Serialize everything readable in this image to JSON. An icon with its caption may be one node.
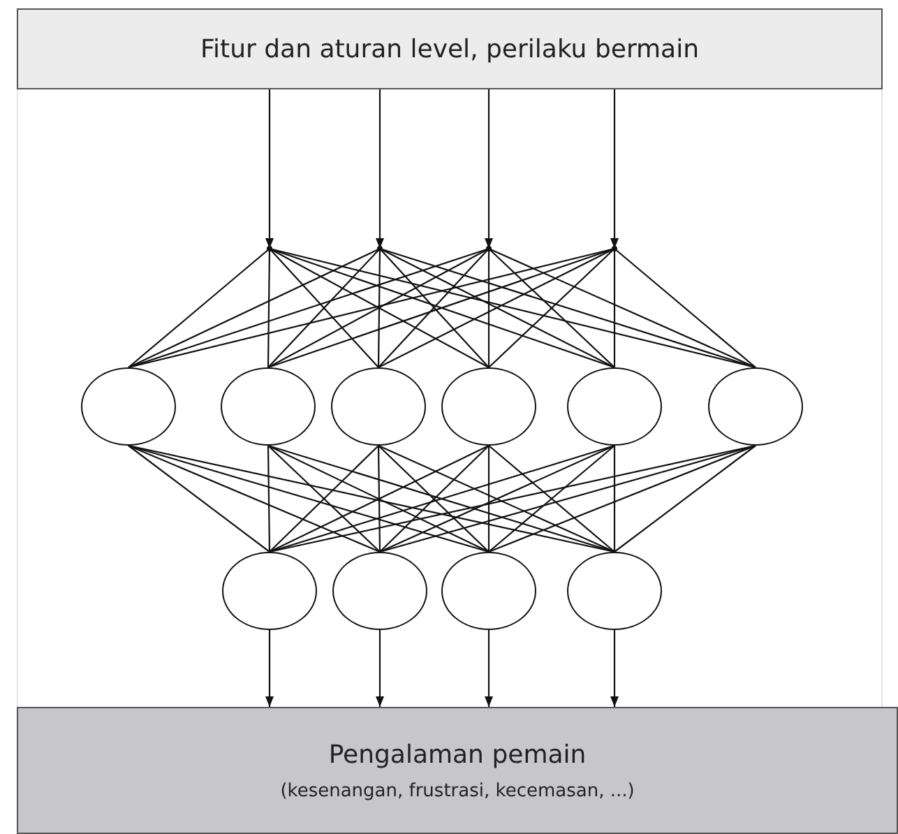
{
  "diagram": {
    "nodes": [
      {
        "text": [
          "Fitur dan aturan level, perilaku bermain"
        ]
      },
      {
        "text": [],
        "shape": "point"
      },
      {
        "text": [],
        "shape": "point"
      },
      {
        "text": [],
        "shape": "point"
      },
      {
        "text": [],
        "shape": "point"
      },
      {
        "text": [],
        "shape": "circle"
      },
      {
        "text": [],
        "shape": "circle"
      },
      {
        "text": [],
        "shape": "circle"
      },
      {
        "text": [],
        "shape": "circle"
      },
      {
        "text": [],
        "shape": "circle"
      },
      {
        "text": [],
        "shape": "circle"
      },
      {
        "text": [],
        "shape": "circle"
      },
      {
        "text": [],
        "shape": "circle"
      },
      {
        "text": [],
        "shape": "circle"
      },
      {
        "text": [],
        "shape": "circle"
      },
      {
        "text": [
          "Pengalaman pemain",
          "(kesenangan, frustrasi, kecemasan, ...)"
        ]
      }
    ],
    "edges": [
      {
        "from": 0,
        "to": 1,
        "arrow": "to"
      },
      {
        "from": 0,
        "to": 2,
        "arrow": "to"
      },
      {
        "from": 0,
        "to": 3,
        "arrow": "to"
      },
      {
        "from": 0,
        "to": 4,
        "arrow": "to"
      },
      {
        "from": 1,
        "to": 5,
        "arrow": "none"
      },
      {
        "from": 1,
        "to": 6,
        "arrow": "none"
      },
      {
        "from": 1,
        "to": 7,
        "arrow": "none"
      },
      {
        "from": 1,
        "to": 8,
        "arrow": "none"
      },
      {
        "from": 1,
        "to": 9,
        "arrow": "none"
      },
      {
        "from": 1,
        "to": 10,
        "arrow": "none"
      },
      {
        "from": 2,
        "to": 5,
        "arrow": "none"
      },
      {
        "from": 2,
        "to": 6,
        "arrow": "none"
      },
      {
        "from": 2,
        "to": 7,
        "arrow": "none"
      },
      {
        "from": 2,
        "to": 8,
        "arrow": "none"
      },
      {
        "from": 2,
        "to": 9,
        "arrow": "none"
      },
      {
        "from": 2,
        "to": 10,
        "arrow": "none"
      },
      {
        "from": 3,
        "to": 5,
        "arrow": "none"
      },
      {
        "from": 3,
        "to": 6,
        "arrow": "none"
      },
      {
        "from": 3,
        "to": 7,
        "arrow": "none"
      },
      {
        "from": 3,
        "to": 8,
        "arrow": "none"
      },
      {
        "from": 3,
        "to": 9,
        "arrow": "none"
      },
      {
        "from": 3,
        "to": 10,
        "arrow": "none"
      },
      {
        "from": 4,
        "to": 5,
        "arrow": "none"
      },
      {
        "from": 4,
        "to": 6,
        "arrow": "none"
      },
      {
        "from": 4,
        "to": 7,
        "arrow": "none"
      },
      {
        "from": 4,
        "to": 8,
        "arrow": "none"
      },
      {
        "from": 4,
        "to": 9,
        "arrow": "none"
      },
      {
        "from": 4,
        "to": 10,
        "arrow": "none"
      },
      {
        "from": 5,
        "to": 11,
        "arrow": "none"
      },
      {
        "from": 5,
        "to": 12,
        "arrow": "none"
      },
      {
        "from": 5,
        "to": 13,
        "arrow": "none"
      },
      {
        "from": 5,
        "to": 14,
        "arrow": "none"
      },
      {
        "from": 6,
        "to": 11,
        "arrow": "none"
      },
      {
        "from": 6,
        "to": 12,
        "arrow": "none"
      },
      {
        "from": 6,
        "to": 13,
        "arrow": "none"
      },
      {
        "from": 6,
        "to": 14,
        "arrow": "none"
      },
      {
        "from": 7,
        "to": 11,
        "arrow": "none"
      },
      {
        "from": 7,
        "to": 12,
        "arrow": "none"
      },
      {
        "from": 7,
        "to": 13,
        "arrow": "none"
      },
      {
        "from": 7,
        "to": 14,
        "arrow": "none"
      },
      {
        "from": 8,
        "to": 11,
        "arrow": "none"
      },
      {
        "from": 8,
        "to": 12,
        "arrow": "none"
      },
      {
        "from": 8,
        "to": 13,
        "arrow": "none"
      },
      {
        "from": 8,
        "to": 14,
        "arrow": "none"
      },
      {
        "from": 9,
        "to": 11,
        "arrow": "none"
      },
      {
        "from": 9,
        "to": 12,
        "arrow": "none"
      },
      {
        "from": 9,
        "to": 13,
        "arrow": "none"
      },
      {
        "from": 9,
        "to": 14,
        "arrow": "none"
      },
      {
        "from": 10,
        "to": 11,
        "arrow": "none"
      },
      {
        "from": 10,
        "to": 12,
        "arrow": "none"
      },
      {
        "from": 10,
        "to": 13,
        "arrow": "none"
      },
      {
        "from": 10,
        "to": 14,
        "arrow": "none"
      },
      {
        "from": 11,
        "to": 15,
        "arrow": "to"
      },
      {
        "from": 12,
        "to": 15,
        "arrow": "to"
      },
      {
        "from": 13,
        "to": 15,
        "arrow": "to"
      },
      {
        "from": 14,
        "to": 15,
        "arrow": "to"
      }
    ]
  }
}
